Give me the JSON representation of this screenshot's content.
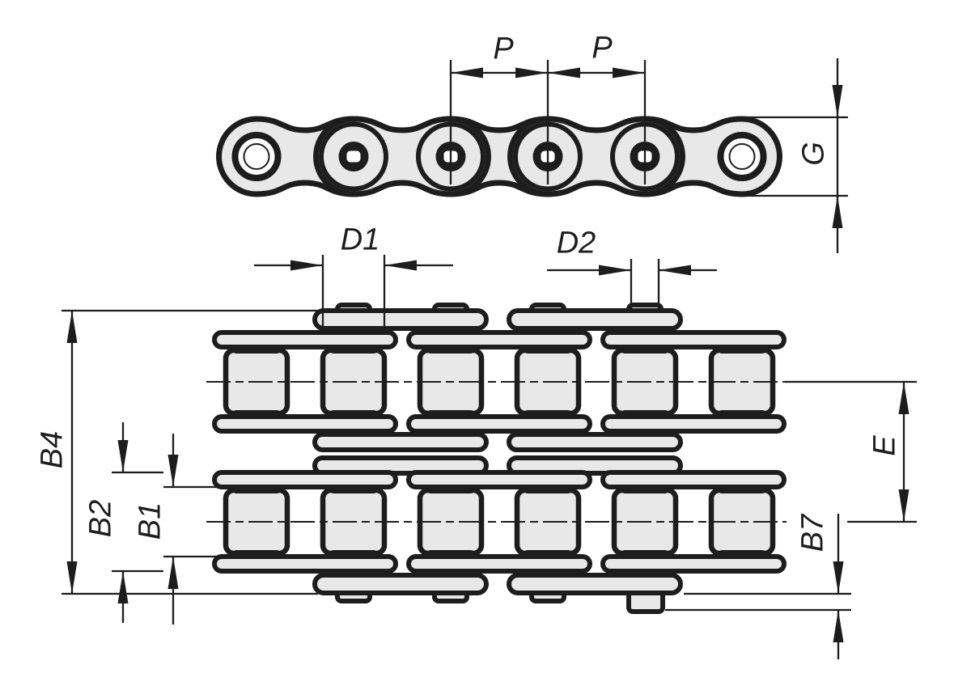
{
  "drawing": {
    "description": "Technical dimension drawing of a duplex roller chain: side elevation view (top) and plan view of two-strand chain (bottom)",
    "labels": {
      "pitch_1": "P",
      "pitch_2": "P",
      "plate_height": "G",
      "roller_diameter": "D1",
      "pin_diameter": "D2",
      "overall_width": "B4",
      "width_over_inner_plates": "B2",
      "inner_width": "B1",
      "transverse_pitch": "E",
      "pin_protrusion": "B7"
    },
    "colors": {
      "line": "#1d1d1d",
      "part_fill": "#e8e8e8",
      "background": "#ffffff"
    }
  }
}
